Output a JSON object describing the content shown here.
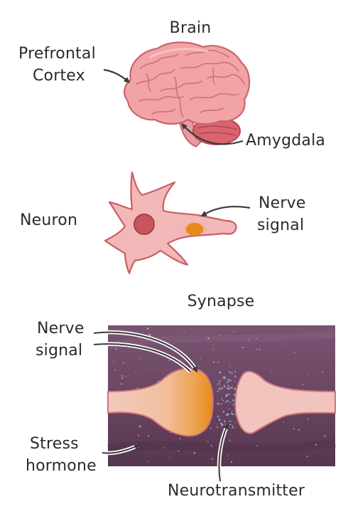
{
  "brain": {
    "title": "Brain",
    "prefrontal_cortex": [
      "Prefrontal",
      "Cortex"
    ],
    "amygdala": "Amygdala"
  },
  "neuron": {
    "title": "Neuron",
    "nerve_signal": [
      "Nerve",
      "signal"
    ]
  },
  "synapse": {
    "title": "Synapse",
    "nerve_signal": [
      "Nerve",
      "signal"
    ],
    "stress_hormone": [
      "Stress",
      "hormone"
    ],
    "neurotransmitter": "Neurotransmitter"
  },
  "colors": {
    "brain_pink": "#f2a3a6",
    "brain_outline": "#c8666e",
    "cerebellum": "#d9646f",
    "neuron_fill": "#f1b8b7",
    "neuron_nucleus": "#c9555f",
    "signal_orange": "#e8891c",
    "synapse_background": "#6e4a66",
    "axon_terminal": "#f1c4bd",
    "arrow": "#3a3a3a"
  }
}
